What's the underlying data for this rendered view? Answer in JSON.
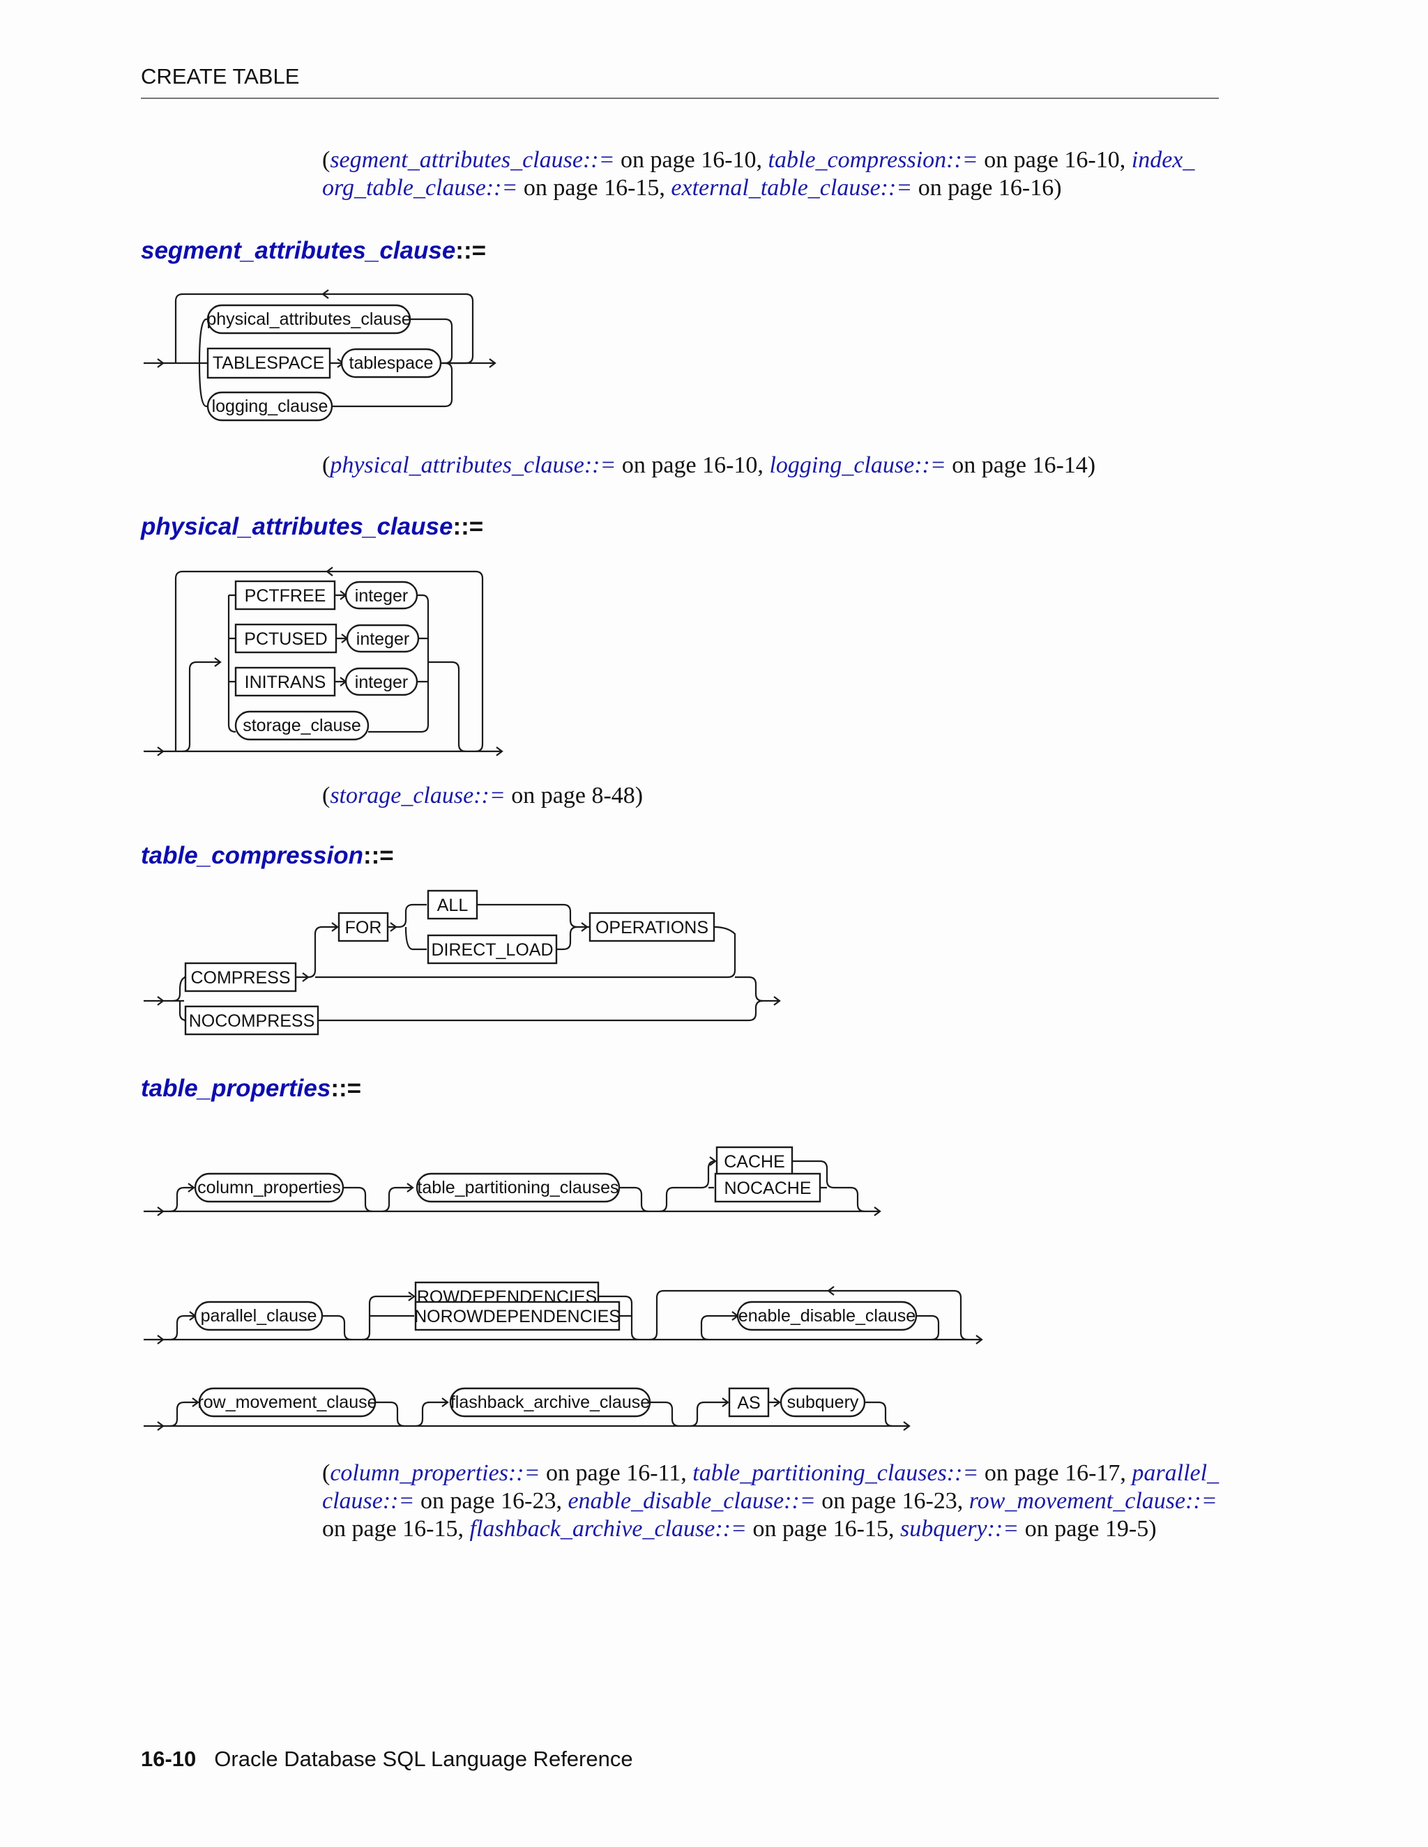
{
  "header": {
    "title": "CREATE TABLE"
  },
  "refs": {
    "r1": {
      "p1": "(",
      "l1": "segment_attributes_clause::=",
      "t1": " on page 16-10, ",
      "l2": "table_compression::=",
      "t2": " on page 16-10, ",
      "l3": "index_",
      "l4": "org_table_clause::=",
      "t4": " on page 16-15, ",
      "l5": "external_table_clause::=",
      "t5": " on page 16-16)"
    },
    "r2": {
      "p1": "(",
      "l1": "physical_attributes_clause::=",
      "t1": " on page 16-10, ",
      "l2": "logging_clause::=",
      "t2": " on page 16-14)"
    },
    "r3": {
      "p1": "(",
      "l1": "storage_clause::=",
      "t1": " on page 8-48)"
    },
    "r4": {
      "p1": "(",
      "l1": "column_properties::=",
      "t1": " on page 16-11, ",
      "l2": "table_partitioning_clauses::=",
      "t2": " on page 16-17, ",
      "l3": "parallel_",
      "l4": "clause::=",
      "t4": " on page 16-23, ",
      "l5": "enable_disable_clause::=",
      "t5": " on page 16-23, ",
      "l6": "row_movement_clause::=",
      "t6": "on page 16-15, ",
      "l7": "flashback_archive_clause::=",
      "t7": " on page 16-15, ",
      "l8": "subquery::=",
      "t8": " on page 19-5)"
    }
  },
  "headings": {
    "h1": {
      "name": "segment_attributes_clause",
      "op": "::="
    },
    "h2": {
      "name": "physical_attributes_clause",
      "op": "::="
    },
    "h3": {
      "name": "table_compression",
      "op": "::="
    },
    "h4": {
      "name": "table_properties",
      "op": "::="
    }
  },
  "diagrams": {
    "seg": {
      "physical_attributes_clause": "physical_attributes_clause",
      "tablespace_kw": "TABLESPACE",
      "tablespace": "tablespace",
      "logging_clause": "logging_clause"
    },
    "phys": {
      "pctfree": "PCTFREE",
      "pctused": "PCTUSED",
      "initrans": "INITRANS",
      "int1": "integer",
      "int2": "integer",
      "int3": "integer",
      "storage_clause": "storage_clause"
    },
    "comp": {
      "compress": "COMPRESS",
      "nocompress": "NOCOMPRESS",
      "for": "FOR",
      "all": "ALL",
      "direct_load": "DIRECT_LOAD",
      "operations": "OPERATIONS"
    },
    "props": {
      "column_properties": "column_properties",
      "table_partitioning_clauses": "table_partitioning_clauses",
      "cache": "CACHE",
      "nocache": "NOCACHE",
      "parallel_clause": "parallel_clause",
      "rowdependencies": "ROWDEPENDENCIES",
      "norowdependencies": "NOROWDEPENDENCIES",
      "enable_disable_clause": "enable_disable_clause",
      "row_movement_clause": "row_movement_clause",
      "flashback_archive_clause": "flashback_archive_clause",
      "as": "AS",
      "subquery": "subquery"
    }
  },
  "footer": {
    "page": "16-10",
    "title": "Oracle Database SQL Language Reference"
  }
}
